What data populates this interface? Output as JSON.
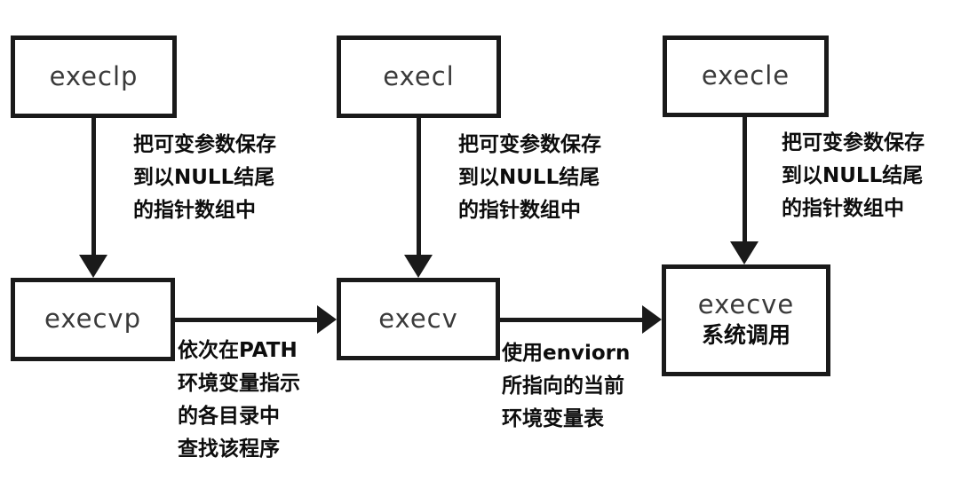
{
  "diagram": {
    "title_hint": "exec family of functions relationship diagram",
    "boxes": [
      {
        "id": "execlp",
        "label": "execlp"
      },
      {
        "id": "execl",
        "label": "execl"
      },
      {
        "id": "execle",
        "label": "execle"
      },
      {
        "id": "execvp",
        "label": "execvp"
      },
      {
        "id": "execv",
        "label": "execv"
      },
      {
        "id": "execve",
        "label": "execve",
        "sublabel": "系统调用"
      }
    ],
    "annotations": {
      "save_args": {
        "lines": [
          "把可变参数保存",
          "到以NULL结尾",
          "的指针数组中"
        ]
      },
      "path_search": {
        "lines": [
          "依次在PATH",
          "环境变量指示",
          "的各目录中",
          "查找该程序"
        ]
      },
      "environ": {
        "lines": [
          "使用enviorn",
          "所指向的当前",
          "环境变量表"
        ]
      }
    },
    "arrows": [
      {
        "from": "execlp",
        "to": "execvp",
        "direction": "down"
      },
      {
        "from": "execl",
        "to": "execv",
        "direction": "down"
      },
      {
        "from": "execle",
        "to": "execve",
        "direction": "down"
      },
      {
        "from": "execvp",
        "to": "execv",
        "direction": "right"
      },
      {
        "from": "execv",
        "to": "execve",
        "direction": "right"
      }
    ],
    "colors": {
      "border": "#1a1a1a",
      "label": "#3a3a3a",
      "annotation": "#0d0d0d",
      "background": "#ffffff"
    }
  }
}
